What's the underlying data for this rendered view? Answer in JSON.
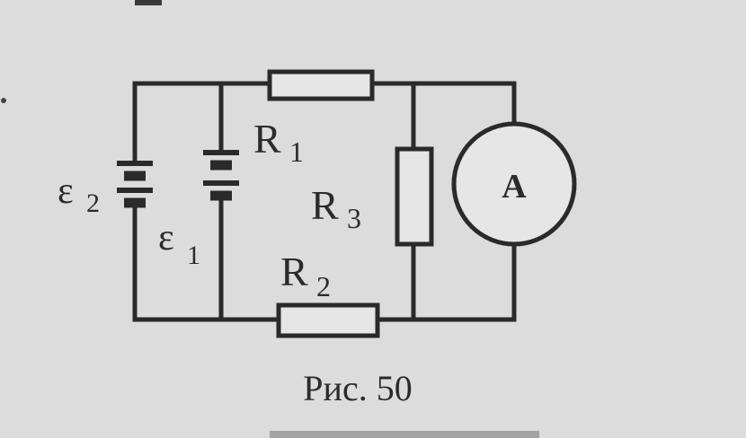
{
  "figure": {
    "caption": "Рис. 50",
    "labels": {
      "emf2": "ε2",
      "emf1": "ε1",
      "r1": "R1",
      "r2": "R2",
      "r3": "R3",
      "ammeter": "A"
    }
  },
  "colors": {
    "paper": "#dcdcdc",
    "ink": "#2a2a2a"
  }
}
